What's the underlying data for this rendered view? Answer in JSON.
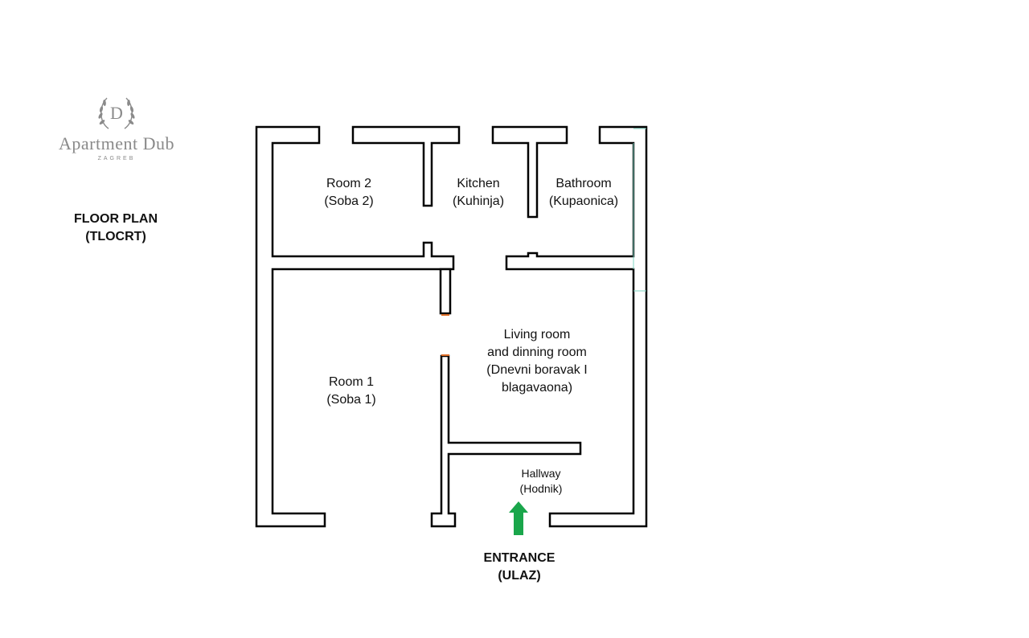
{
  "logo": {
    "letter": "D",
    "name": "Apartment Dub",
    "city": "ZAGREB"
  },
  "title": {
    "line1": "FLOOR PLAN",
    "line2": "(TLOCRT)"
  },
  "rooms": {
    "room2": {
      "line1": "Room 2",
      "line2": "(Soba 2)"
    },
    "kitchen": {
      "line1": "Kitchen",
      "line2": "(Kuhinja)"
    },
    "bathroom": {
      "line1": "Bathroom",
      "line2": "(Kupaonica)"
    },
    "living": {
      "line1": "Living room",
      "line2": "and dinning room",
      "line3": "(Dnevni boravak I",
      "line4": "blagavaona)"
    },
    "room1": {
      "line1": "Room 1",
      "line2": "(Soba 1)"
    },
    "hallway": {
      "line1": "Hallway",
      "line2": "(Hodnik)"
    }
  },
  "entrance": {
    "line1": "ENTRANCE",
    "line2": "(ULAZ)",
    "arrow_color": "#1aa64b"
  }
}
